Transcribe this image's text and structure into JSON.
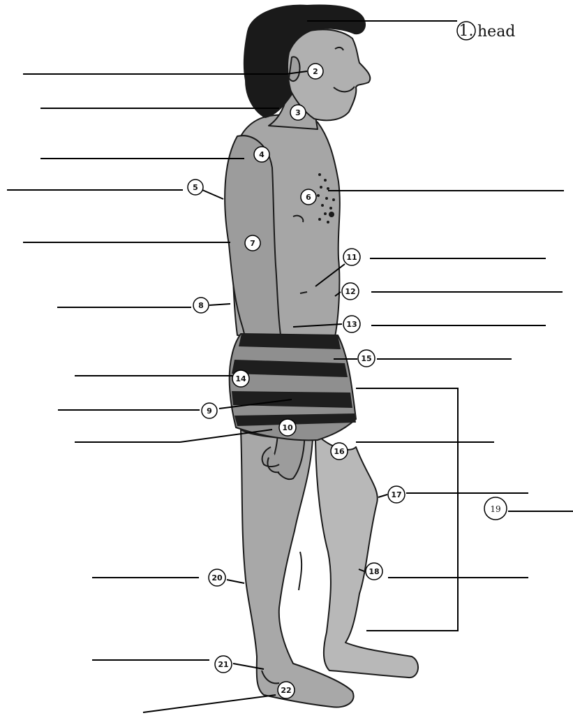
{
  "labels": {
    "head": "head",
    "n1": "1.",
    "n2": "2",
    "n3": "3",
    "n4": "4",
    "n5": "5",
    "n6": "6",
    "n7": "7",
    "n8": "8",
    "n9": "9",
    "n10": "10",
    "n11": "11",
    "n12": "12",
    "n13": "13",
    "n14": "14",
    "n15": "15",
    "n16": "16",
    "n17": "17",
    "n18": "18",
    "n19": "19",
    "n20": "20",
    "n21": "21",
    "n22": "22"
  },
  "colors": {
    "skin": "#a6a6a6",
    "hair": "#1a1a1a",
    "stripe_dark": "#1e1e1e",
    "stripe_light": "#8f8f8f",
    "line": "#000000"
  }
}
